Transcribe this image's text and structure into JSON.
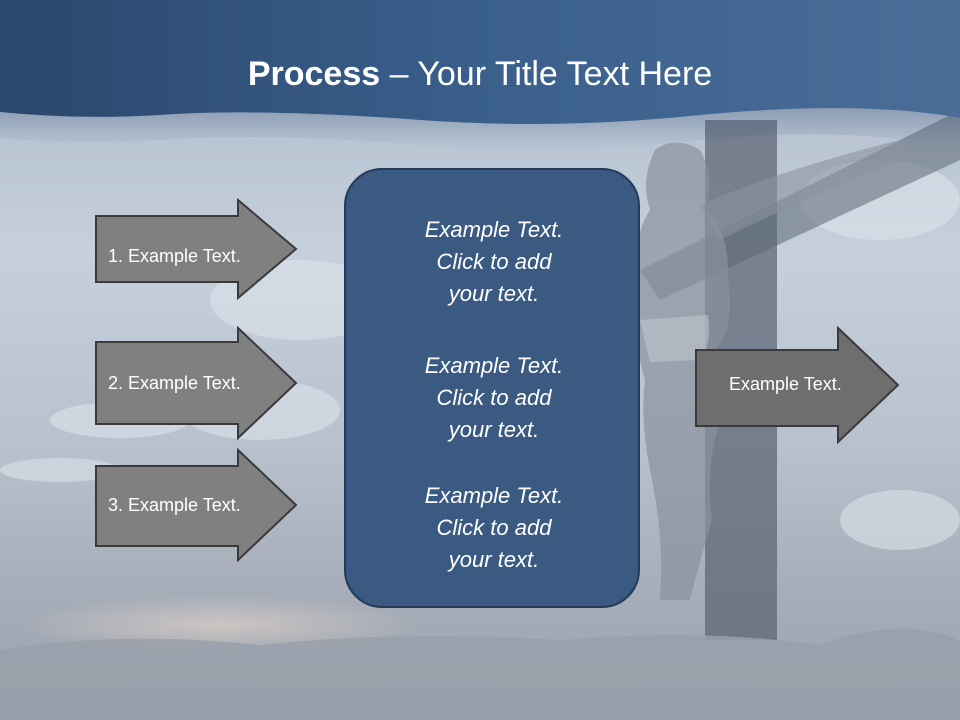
{
  "title": {
    "bold": "Process",
    "rest": " – Your Title Text Here"
  },
  "left_arrows": [
    {
      "label": "1. Example Text."
    },
    {
      "label": "2. Example Text."
    },
    {
      "label": "3. Example Text."
    }
  ],
  "center_blocks": [
    {
      "text": "Example Text.\nClick  to add\nyour text."
    },
    {
      "text": "Example Text.\nClick  to add\nyour text."
    },
    {
      "text": "Example Text.\nClick  to add\nyour text."
    }
  ],
  "right_arrow": {
    "label": "Example Text."
  },
  "colors": {
    "header": "#34557f",
    "arrow_fill": "#808080",
    "arrow_stroke": "#3a3a3a",
    "box_fill": "#3a5a82"
  }
}
